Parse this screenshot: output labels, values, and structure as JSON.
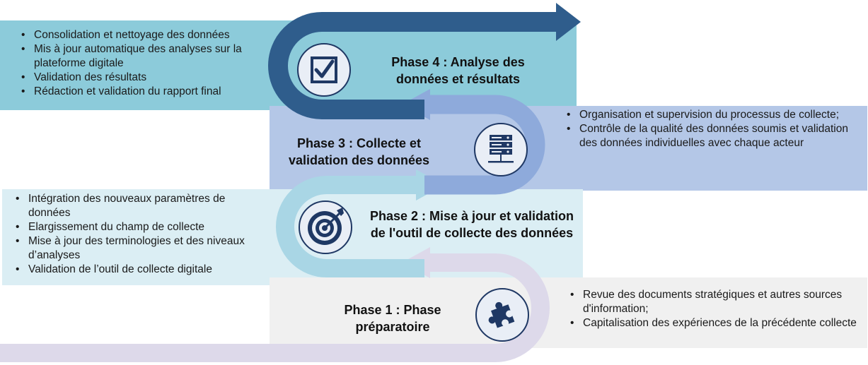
{
  "colors": {
    "phase4_band": "#8ccbda",
    "phase3_band": "#b4c7e7",
    "phase2_band": "#dbeef4",
    "phase1_band": "#f0f0f0",
    "arrow4": "#2f5d8c",
    "arrow3": "#8eaadb",
    "arrow2": "#a9d6e5",
    "arrow1": "#ddd9ea",
    "icon_navy": "#1f3864"
  },
  "phases": [
    {
      "title": "Phase 4 : Analyse des données et résultats",
      "icon": "checkbox-icon",
      "bullets": [
        "Consolidation et nettoyage des données",
        "Mis à jour automatique des analyses sur la plateforme digitale",
        "Validation des résultats",
        "Rédaction et validation du rapport final"
      ]
    },
    {
      "title": "Phase 3 : Collecte et validation des données",
      "icon": "server-icon",
      "bullets": [
        "Organisation et supervision du processus de collecte;",
        "Contrôle de la qualité des données soumis et validation des données individuelles avec chaque acteur"
      ]
    },
    {
      "title": "Phase 2 : Mise à jour et validation de l'outil de collecte des données",
      "icon": "target-icon",
      "bullets": [
        "Intégration des nouveaux paramètres de données",
        "Elargissement du champ de collecte",
        "Mise à jour des terminologies et des niveaux d’analyses",
        "Validation de l’outil de collecte digitale"
      ]
    },
    {
      "title": "Phase 1 : Phase préparatoire",
      "icon": "puzzle-icon",
      "bullets": [
        "Revue des documents stratégiques et autres sources d'information;",
        "Capitalisation des expériences de la précédente collecte"
      ]
    }
  ]
}
